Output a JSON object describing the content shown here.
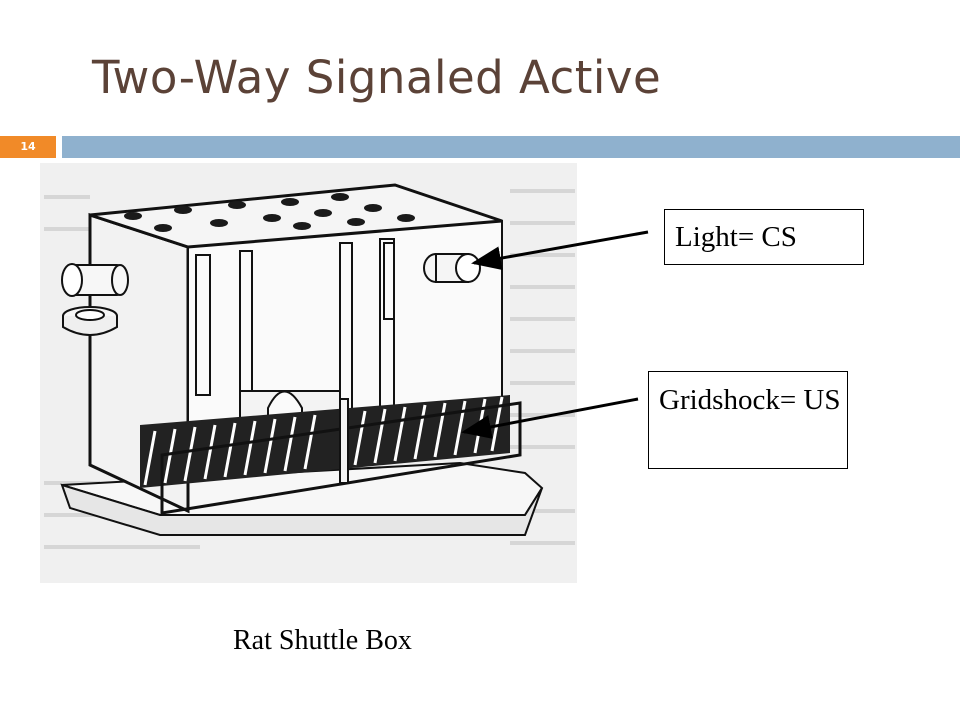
{
  "slide": {
    "title": "Two-Way Signaled Active",
    "slide_number": "14",
    "accent_color": "#f18a28",
    "bar_color": "#8fb1ce",
    "title_color": "#5b4237"
  },
  "diagram": {
    "callouts": [
      {
        "id": "light",
        "label": "Light= CS"
      },
      {
        "id": "gridshock",
        "label": "Gridshock= US"
      }
    ],
    "caption": "Rat Shuttle Box"
  }
}
